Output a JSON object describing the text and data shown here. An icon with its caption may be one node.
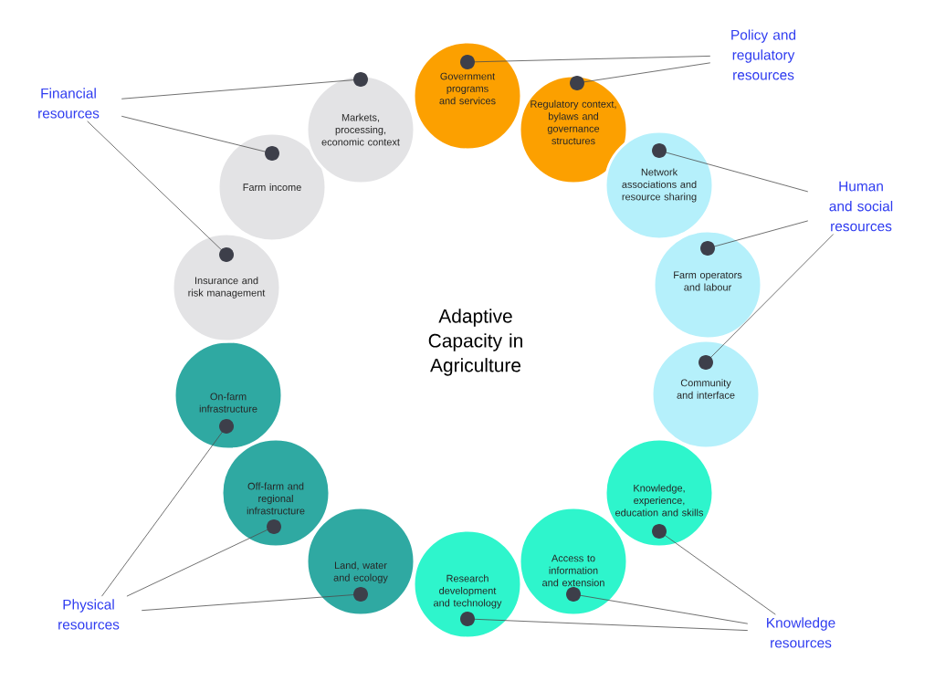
{
  "diagram": {
    "title": "Adaptive Capacity in Agriculture",
    "nodes": [
      {
        "text": [
          "Government programs and services"
        ]
      },
      {
        "text": [
          "Regulatory context, bylaws and governance structures"
        ]
      },
      {
        "text": [
          "Network associations and resource sharing"
        ]
      },
      {
        "text": [
          "Farm operators and labour"
        ]
      },
      {
        "text": [
          "Community and interface"
        ]
      },
      {
        "text": [
          "Knowledge, experience, education and skills"
        ]
      },
      {
        "text": [
          "Access to information and extension"
        ]
      },
      {
        "text": [
          "Research development and technology"
        ]
      },
      {
        "text": [
          "Land, water and ecology"
        ]
      },
      {
        "text": [
          "Off-farm and regional infrastructure"
        ]
      },
      {
        "text": [
          "On-farm infrastructure"
        ]
      },
      {
        "text": [
          "Insurance and risk management"
        ]
      },
      {
        "text": [
          "Farm income"
        ]
      },
      {
        "text": [
          "Markets, processing, economic context"
        ]
      },
      {
        "text": [
          "Financial resources"
        ]
      },
      {
        "text": [
          "Policy and regulatory resources"
        ]
      },
      {
        "text": [
          "Human and social resources"
        ]
      },
      {
        "text": [
          "Knowledge resources"
        ]
      },
      {
        "text": [
          "Physical resources"
        ]
      }
    ],
    "edges": [
      {
        "from": 14,
        "to": 13,
        "arrow": "none"
      },
      {
        "from": 14,
        "to": 12,
        "arrow": "none"
      },
      {
        "from": 14,
        "to": 11,
        "arrow": "none"
      },
      {
        "from": 15,
        "to": 0,
        "arrow": "none"
      },
      {
        "from": 15,
        "to": 1,
        "arrow": "none"
      },
      {
        "from": 16,
        "to": 2,
        "arrow": "none"
      },
      {
        "from": 16,
        "to": 3,
        "arrow": "none"
      },
      {
        "from": 16,
        "to": 4,
        "arrow": "none"
      },
      {
        "from": 17,
        "to": 5,
        "arrow": "none"
      },
      {
        "from": 17,
        "to": 6,
        "arrow": "none"
      },
      {
        "from": 17,
        "to": 7,
        "arrow": "none"
      },
      {
        "from": 18,
        "to": 10,
        "arrow": "none"
      },
      {
        "from": 18,
        "to": 9,
        "arrow": "none"
      },
      {
        "from": 18,
        "to": 8,
        "arrow": "none"
      }
    ]
  }
}
